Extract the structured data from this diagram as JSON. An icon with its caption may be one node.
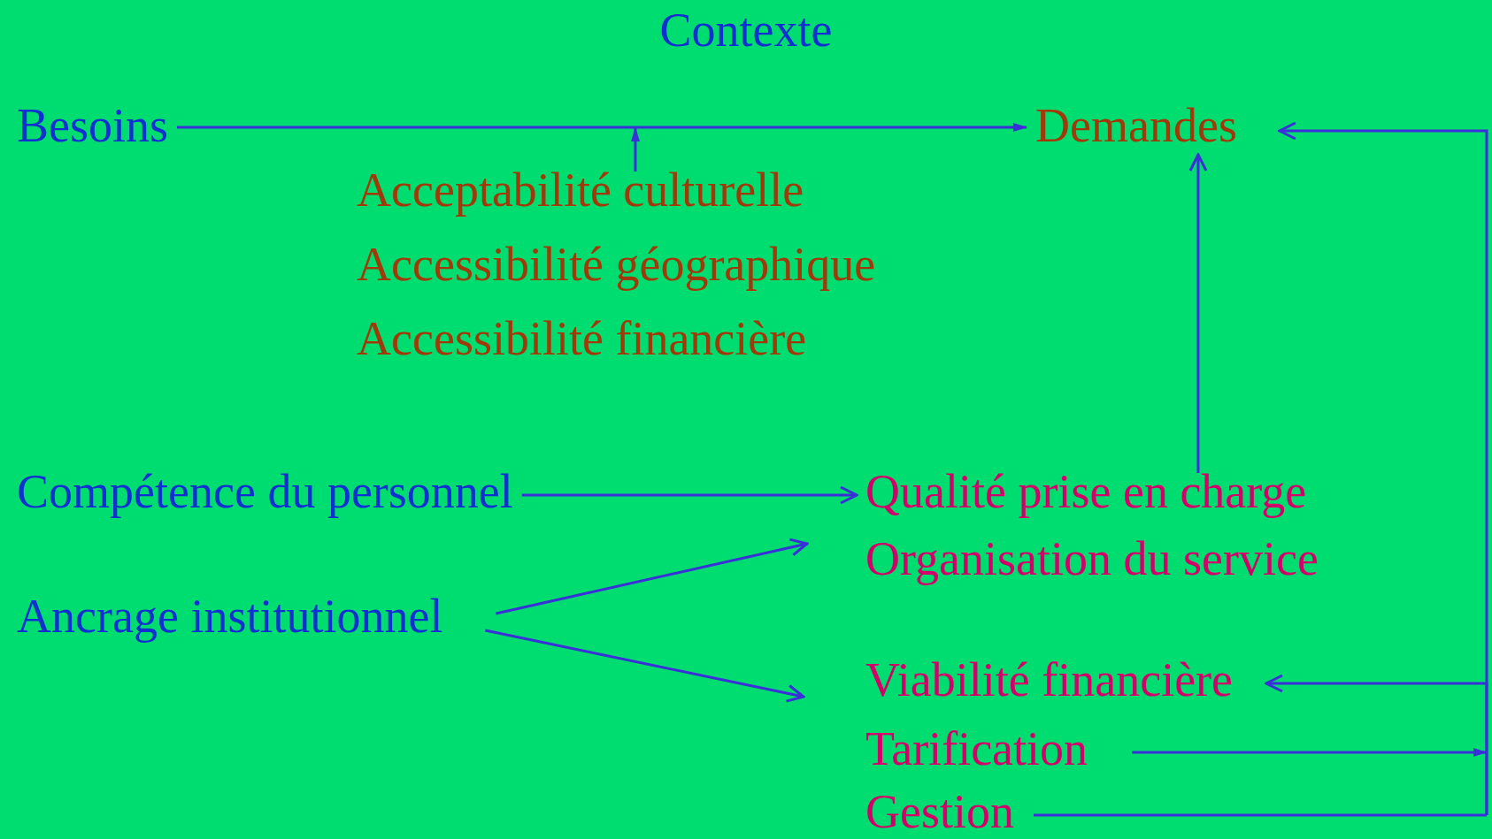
{
  "diagram": {
    "title": "Contexte",
    "nodes": [
      {
        "text": [
          "Besoins"
        ]
      },
      {
        "text": [
          "Demandes"
        ]
      },
      {
        "text": [
          "Acceptabilité culturelle"
        ]
      },
      {
        "text": [
          "Accessibilité géographique"
        ]
      },
      {
        "text": [
          "Accessibilité financière"
        ]
      },
      {
        "text": [
          "Compétence du personnel"
        ]
      },
      {
        "text": [
          "Qualité prise en charge"
        ]
      },
      {
        "text": [
          "Organisation du service"
        ]
      },
      {
        "text": [
          "Ancrage institutionnel"
        ]
      },
      {
        "text": [
          "Viabilité financière"
        ]
      },
      {
        "text": [
          "Tarification"
        ]
      },
      {
        "text": [
          "Gestion"
        ]
      }
    ],
    "edges": [
      {
        "from": 0,
        "to": 1,
        "arrow": "to"
      },
      {
        "from": 2,
        "to": null,
        "arrow": "to"
      },
      {
        "from": 5,
        "to": 6,
        "arrow": "to"
      },
      {
        "from": 6,
        "to": 1,
        "arrow": "to"
      },
      {
        "from": 8,
        "to": 7,
        "arrow": "to"
      },
      {
        "from": 8,
        "to": 9,
        "arrow": "to"
      },
      {
        "from": 10,
        "to": 1,
        "arrow": "to"
      },
      {
        "from": 10,
        "to": 9,
        "arrow": "to"
      },
      {
        "from": 11,
        "to": 1,
        "arrow": "to"
      },
      {
        "from": 11,
        "to": 9,
        "arrow": "to"
      }
    ]
  }
}
